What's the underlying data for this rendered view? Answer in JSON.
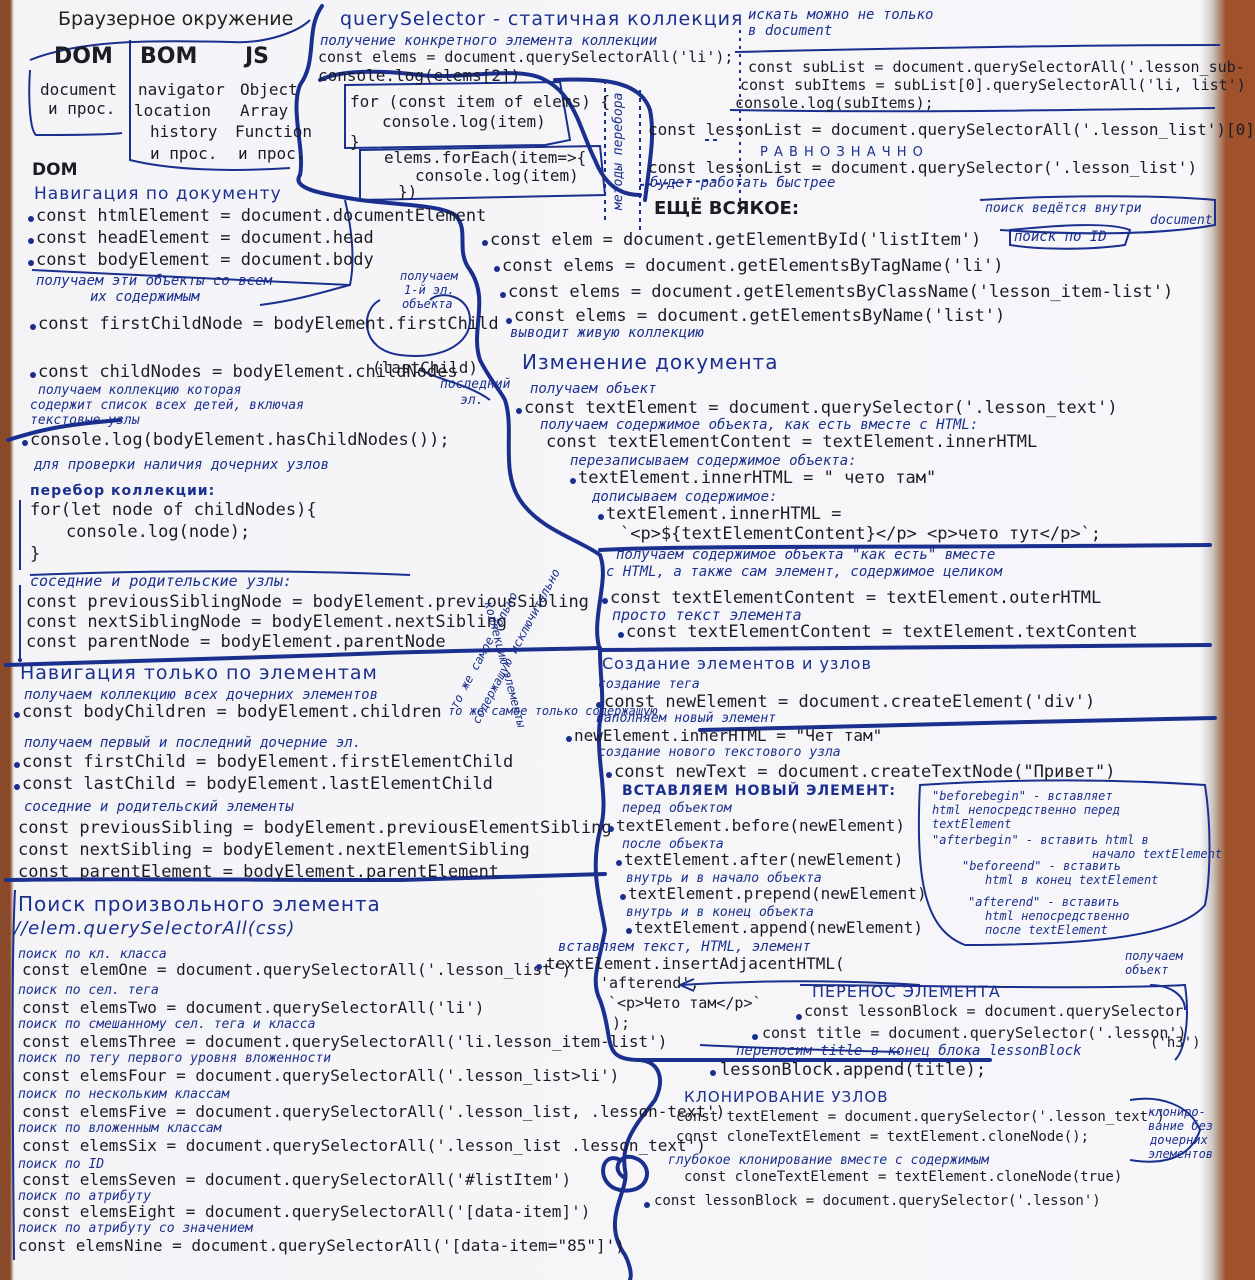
{
  "header": {
    "env_title": "Браузерное окружение",
    "dom": "DOM",
    "bom": "BOM",
    "js": "JS",
    "dom_items": [
      "document",
      "и прос."
    ],
    "bom_items": [
      "navigator",
      "location",
      "history",
      "и прос."
    ],
    "js_items": [
      "Object",
      "Array",
      "Function",
      "и прос."
    ]
  },
  "query": {
    "title": "querySelector - статичная коллекция",
    "note_right_1": "искать можно не только",
    "note_right_2": "в document",
    "note_get": "получение конкретного элемента коллекции",
    "line1": "const elems = document.querySelectorAll('li');",
    "line2": "console.log(elems[2])",
    "for1": "for (const item of elems) {",
    "for2": "console.log(item)",
    "for3": "}",
    "each1": "elems.forEach(item=>{",
    "each2": "console.log(item)",
    "each3": "})",
    "methods_note": "методы перебора",
    "sub1": "const subList = document.querySelectorAll('.lesson_sub-",
    "sub2": "const subItems = subList[0].querySelectorAll('li, list')",
    "sub3": "console.log(subItems);",
    "ll1": "const lessonList = document.querySelectorAll('.lesson_list')[0]",
    "equal": "Р А В Н О З Н А Ч Н О",
    "ll2": "const lessonList = document.querySelector('.lesson_list')",
    "faster": "будет работать быстрее"
  },
  "more": {
    "title": "ЕЩЁ ВСЯКОЕ:",
    "note_search_inside": "поиск ведётся внутри",
    "note_document": "document",
    "note_by_id": "поиск по ID",
    "l1": "const elem = document.getElementById('listItem')",
    "l2": "const elems = document.getElementsByTagName('li')",
    "l3": "const elems = document.getElementsByClassName('lesson_item-list')",
    "l4": "const elems = document.getElementsByName('list')",
    "live": "выводит живую коллекцию"
  },
  "dom_nav": {
    "dom": "DOM",
    "title": "Навигация по документу",
    "l1": "const htmlElement = document.documentElement",
    "l2": "const headElement = document.head",
    "l3": "const bodyElement = document.body",
    "note1": "получаем эти объекты со всем",
    "note2": "их содержимым",
    "first_note1": "получаем",
    "first_note2": "1-й эл.",
    "first_note3": "объекта",
    "first": "const firstChildNode = bodyElement.firstChild",
    "last": "(lastChild)",
    "last_note1": "последний",
    "last_note2": "эл.",
    "childnodes": "const childNodes = bodyElement.childNodes",
    "cn_note1": "получаем коллекцию которая",
    "cn_note2": "содержит список всех детей, включая",
    "cn_note3": "текстовые узлы",
    "has": "console.log(bodyElement.hasChildNodes());",
    "has_note": "для проверки наличия дочерних узлов",
    "iter_title": "перебор коллекции:",
    "iter1": "for(let node of childNodes){",
    "iter2": "console.log(node);",
    "iter3": "}",
    "sib_title": "соседние и родительские узлы:",
    "sib1": "const previousSiblingNode = bodyElement.previousSibling",
    "sib2": "const nextSiblingNode = bodyElement.nextSibling",
    "sib3": "const parentNode = bodyElement.parentNode",
    "diag1": "то же самое только",
    "diag2": "содержащую исключительно",
    "diag3": "коллекцию элементы"
  },
  "elem_nav": {
    "title": "Навигация только по элементам",
    "note1": "получаем коллекцию всех дочерних элементов",
    "children": "const bodyChildren = bodyElement.children",
    "children_note": "то же самое только содержащую",
    "note2": "получаем первый и последний дочерние эл.",
    "first": "const firstChild = bodyElement.firstElementChild",
    "last": "const lastChild = bodyElement.lastElementChild",
    "note3": "соседние и родительский элементы",
    "prev": "const previousSibling = bodyElement.previousElementSibling",
    "next": "const nextSibling = bodyElement.nextElementSibling",
    "parent": "const parentElement = bodyElement.parentElement"
  },
  "search": {
    "title": "Поиск произвольного элемента",
    "subtitle": "//elem.querySelectorAll(css)",
    "n1": "поиск по кл. класса",
    "c1": "const elemOne = document.querySelectorAll('.lesson_list')",
    "n2": "поиск по сел. тега",
    "c2": "const elemsTwo = document.querySelectorAll('li')",
    "n3": "поиск по смешанному сел. тега и класса",
    "c3": "const elemsThree = document.querySelectorAll('li.lesson_item-list')",
    "n4": "поиск по тегу первого уровня вложенности",
    "c4": "const elemsFour = document.querySelectorAll('.lesson_list>li')",
    "n5": "поиск по нескольким классам",
    "c5": "const elemsFive = document.querySelectorAll('.lesson_list, .lesson-text')",
    "n6": "поиск по вложенным классам",
    "c6": "const elemsSix = document.querySelectorAll('.lesson_list .lesson_text')",
    "n7": "поиск по ID",
    "c7": "const elemsSeven = document.querySelectorAll('#listItem')",
    "n8": "поиск по атрибуту",
    "c8": "const elemsEight = document.querySelectorAll('[data-item]')",
    "n9": "поиск по атрибуту со значением",
    "c9": "const elemsNine = document.querySelectorAll('[data-item=\"85\"]')"
  },
  "change": {
    "title": "Изменение документа",
    "n1": "получаем объект",
    "c1": "const textElement = document.querySelector('.lesson_text')",
    "n2": "получаем содержимое объекта, как есть вместе с HTML:",
    "c2": "const textElementContent = textElement.innerHTML",
    "n3": "перезаписываем содержимое объекта:",
    "c3": "textElement.innerHTML = \" чето там\"",
    "n4": "дописываем содержимое:",
    "c4": "textElement.innerHTML =",
    "c5": "`<p>${textElementContent}</p> <p>чето тут</p>`;",
    "n5a": "получаем содержимое объекта \"как есть\" вместе",
    "n5b": "с HTML, а также сам элемент, содержимое целиком",
    "c6": "const textElementContent = textElement.outerHTML",
    "n6": "просто текст элемента",
    "c7": "const textElementContent = textElement.textContent"
  },
  "create": {
    "title": "Создание элементов и узлов",
    "n1": "создание тега",
    "c1": "const newElement = document.createElement('div')",
    "n2": "наполняем новый элемент",
    "c2": "newElement.innerHTML = \"Чет там\"",
    "n3": "создание нового текстового узла",
    "c3": "const newText = document.createTextNode(\"Привет\")",
    "ins_title": "ВСТАВЛЯЕМ НОВЫЙ ЭЛЕМЕНТ:",
    "n4": "перед объектом",
    "c4": "textElement.before(newElement)",
    "n5": "после объекта",
    "c5": "textElement.after(newElement)",
    "n6": "внутрь и в начало объекта",
    "c6": "textElement.prepend(newElement)",
    "n7": "внутрь и в конец объекта",
    "c7": "textElement.append(newElement)",
    "box1": "\"beforebegin\" - вставляет",
    "box2": "html непосредственно перед",
    "box3": "textElement",
    "box4": "\"afterbegin\" - вставить html в",
    "box5": "начало textElement",
    "box6": "\"beforeend\" - вставить",
    "box7": "html в конец textElement",
    "box8": "\"afterend\" - вставить",
    "box9": "html непосредственно",
    "box10": "после textElement",
    "n8": "вставляем текст, HTML, элемент",
    "c8": "textElement.insertAdjacentHTML(",
    "c9": "'afterend',",
    "c10": "`<p>Чето там</p>`",
    "c11": ");"
  },
  "move": {
    "title": "ПЕРЕНОС ЭЛЕМЕНТА",
    "get_note1": "получаем",
    "get_note2": "объект",
    "c1": "const lessonBlock = document.querySelector",
    "c2": "const title = document.querySelector('.lesson')",
    "c2b": "('h3')",
    "n1": "переносим title в конец блока lessonBlock",
    "c3": "lessonBlock.append(title);"
  },
  "clone": {
    "title": "КЛОНИРОВАНИЕ УЗЛОВ",
    "c1": "const textElement = document.querySelector('.lesson_text')",
    "c2": "const cloneTextElement = textElement.cloneNode();",
    "note1": "клониро-",
    "note2": "вание без",
    "note3": "дочерних",
    "note4": "элементов",
    "n1": "глубокое клонирование вместе с содержимым",
    "c3": "const cloneTextElement = textElement.cloneNode(true)",
    "c4": "const lessonBlock = document.querySelector('.lesson')"
  },
  "colors": {
    "ink": "#1b2f8e",
    "pencil": "#1c1c24",
    "paper": "#f6f6f9",
    "table": "#a0522d"
  }
}
